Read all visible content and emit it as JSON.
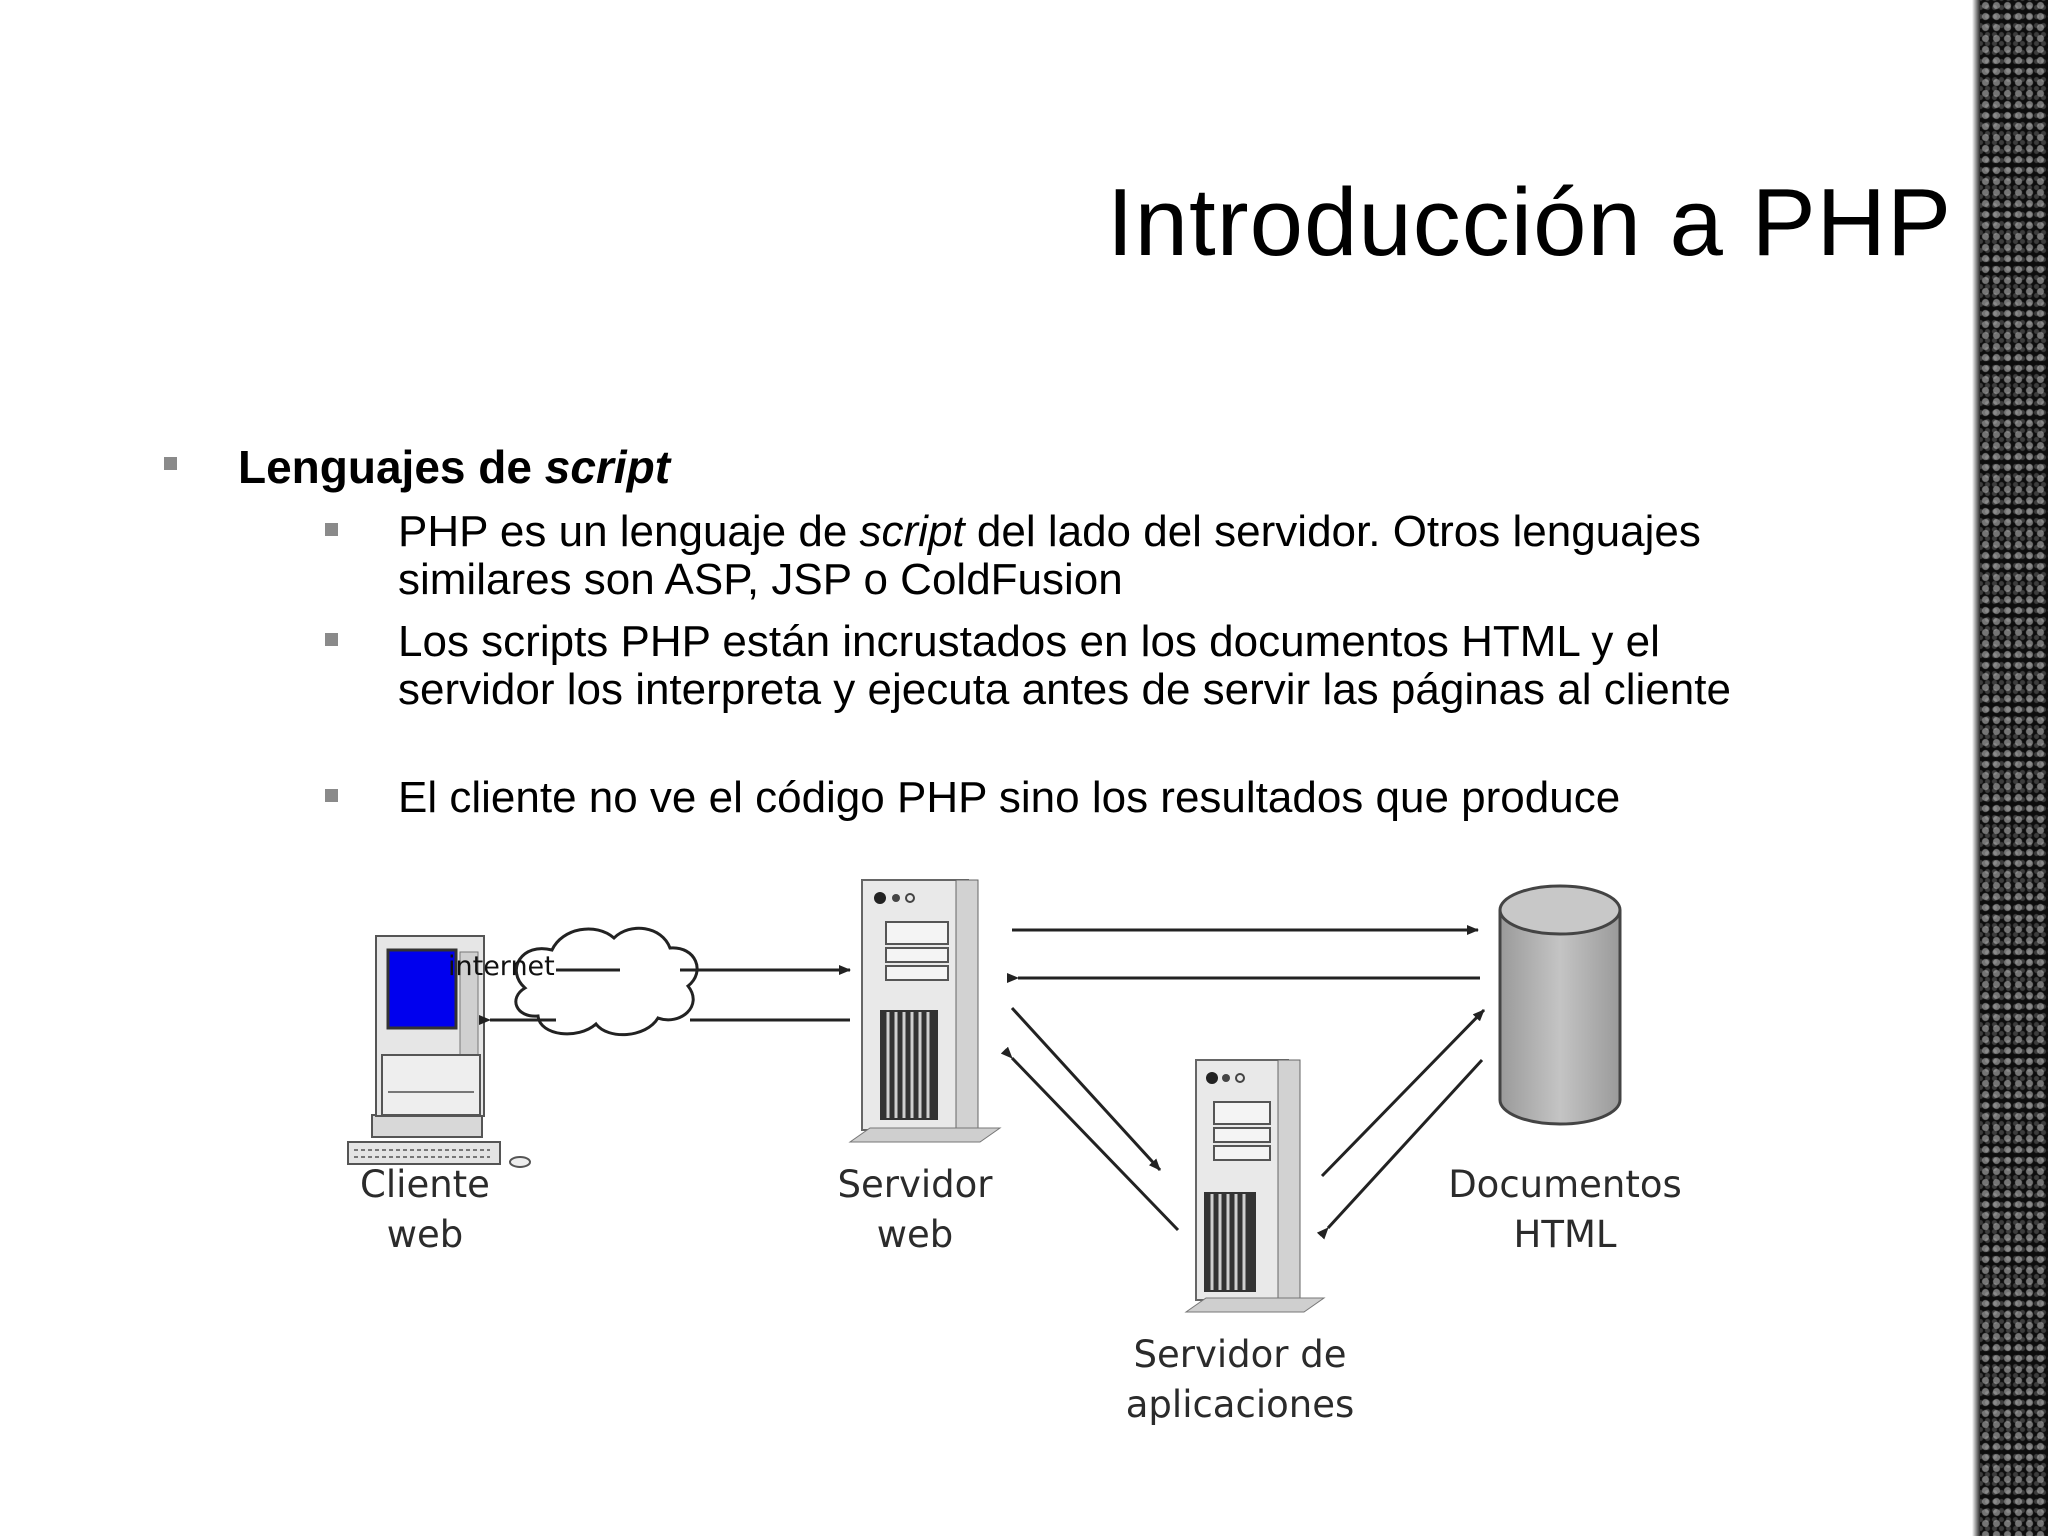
{
  "slide": {
    "title": "Introducción a PHP",
    "bullet_main": {
      "text": "Lenguajes de ",
      "emphasis": "script"
    },
    "sub_bullets": [
      {
        "part1": "PHP es un lenguaje de ",
        "emphasis": "script",
        "part2": " del lado del servidor. Otros lenguajes similares son ASP, JSP o ColdFusion"
      },
      {
        "text": "Los scripts PHP están incrustados en los documentos HTML y el servidor los interpreta y ejecuta antes de servir las páginas al cliente"
      },
      {
        "text": "El cliente no ve el código PHP sino los resultados que produce"
      }
    ]
  },
  "diagram": {
    "cloud_label": "internet",
    "nodes": {
      "client": {
        "line1": "Cliente",
        "line2": "web"
      },
      "web_server": {
        "line1": "Servidor",
        "line2": "web"
      },
      "app_server": {
        "line1": "Servidor de",
        "line2": "aplicaciones"
      },
      "documents": {
        "line1": "Documentos",
        "line2": "HTML"
      }
    }
  },
  "colors": {
    "text": "#000000",
    "bullet": "#8a8a8a",
    "monitor_screen": "#0000ee",
    "device": "#e6e6e6",
    "cylinder": "#b3b3b3",
    "stripe": "#0d0d0d"
  }
}
